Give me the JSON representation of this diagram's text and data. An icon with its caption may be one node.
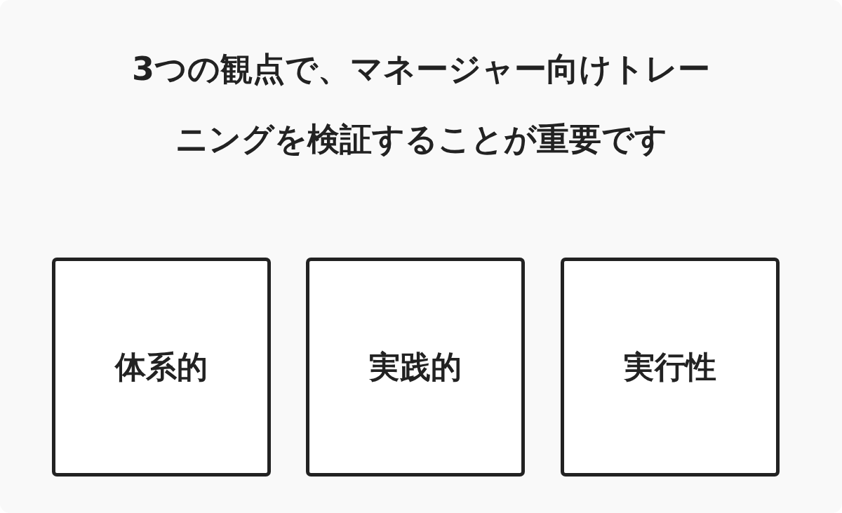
{
  "diagram": {
    "title": "3つの観点で、マネージャー向けトレーニングを検証することが重要です",
    "nodes": [
      {
        "text": [
          "体系的"
        ]
      },
      {
        "text": [
          "実践的"
        ]
      },
      {
        "text": [
          "実行性"
        ]
      }
    ]
  }
}
